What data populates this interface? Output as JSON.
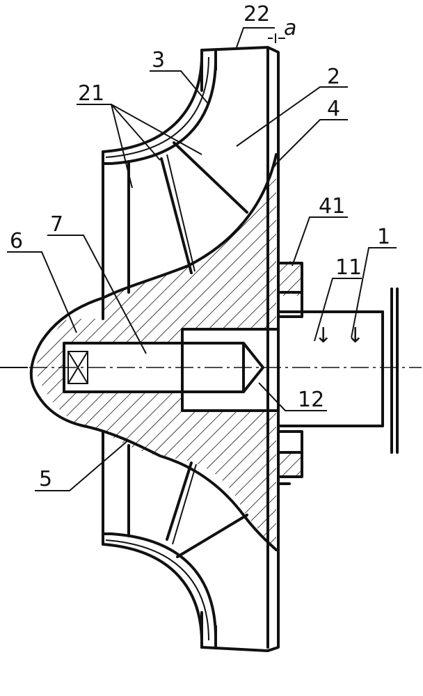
{
  "labels": {
    "l22": "22",
    "la": "a",
    "l3": "3",
    "l2": "2",
    "l21": "21",
    "l4": "4",
    "l41": "41",
    "l7": "7",
    "l1": "1",
    "l6": "6",
    "l11": "11",
    "l12": "12",
    "l5": "5"
  }
}
